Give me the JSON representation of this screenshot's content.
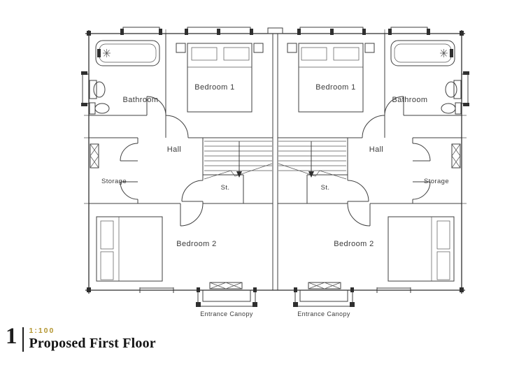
{
  "page": {
    "background": "#ffffff"
  },
  "plan": {
    "rooms": {
      "bathroom": "Bathroom",
      "bedroom1": "Bedroom 1",
      "hall": "Hall",
      "storage": "Storage",
      "store_cupboard": "St.",
      "bedroom2": "Bedroom 2"
    },
    "annotations": {
      "entrance_canopy": "Entrance Canopy"
    }
  },
  "title_block": {
    "drawing_number": "1",
    "scale": "1:100",
    "title": "Proposed First Floor",
    "accent_color": "#b3952f",
    "line_color": "#3f3f3f"
  }
}
